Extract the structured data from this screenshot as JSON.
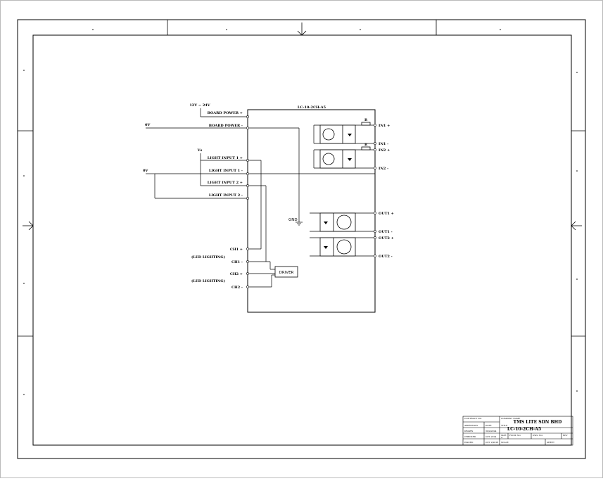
{
  "power": {
    "supply": "12V ~ 24V",
    "zero_top": "0V",
    "zero_mid": "0V",
    "vs": "Vs",
    "gnd": "GND"
  },
  "box": {
    "title": "LC-10-2CH-A5"
  },
  "left_pins": [
    "BOARD POWER +",
    "BOARD POWER -",
    "LIGHT INPUT 1 +",
    "LIGHT INPUT 1 -",
    "LIGHT INPUT 2 +",
    "LIGHT INPUT 2 -"
  ],
  "channels": [
    "CH1 +",
    "CH1 -",
    "CH2 +",
    "CH2 -"
  ],
  "led_notes": [
    "(LED LIGHTING)",
    "(LED LIGHTING)"
  ],
  "driver": "DRIVER",
  "right_pins": [
    "IN1 +",
    "IN1 -",
    "IN2 +",
    "IN2 -",
    "OUT1 +",
    "OUT1 -",
    "OUT2 +",
    "OUT2 -"
  ],
  "resistor": "R",
  "title_block": {
    "contract_no": "CONTRACT NO.",
    "company_name_label": "COMPANY NAME",
    "company": "TMS LITE SDN BHD",
    "approved": "APPROVALS",
    "date": "DATE",
    "title_label": "TITLE",
    "title": "LC-10-2CH-A5",
    "drawn": "DRAWN",
    "drawn_date": "30/4/2024",
    "checked": "CHECKED",
    "checked_date": "OCT 2014",
    "issued": "ISSUED",
    "issued_date": "OCT 2/2018",
    "size": "SIZE",
    "size_val": "A",
    "fscm": "FSCM NO.",
    "dwg": "DWG NO.",
    "rev": "REV",
    "scale": "SCALE",
    "sheet": "SHEET"
  }
}
